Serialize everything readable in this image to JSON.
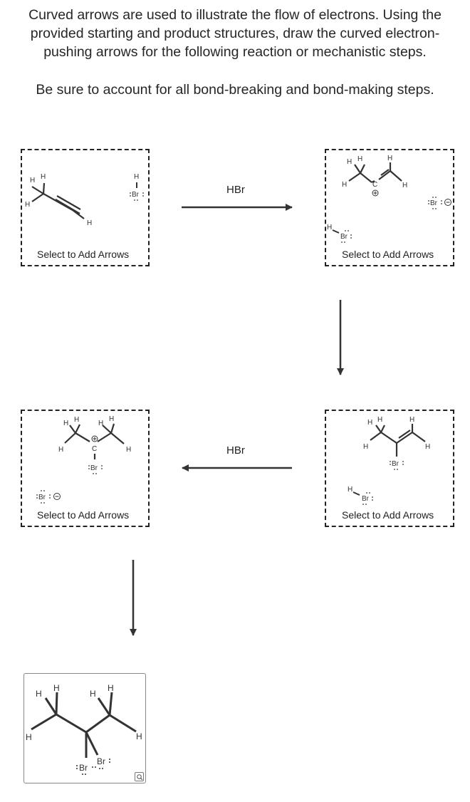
{
  "instructions": {
    "line1": "Curved arrows are used to illustrate the flow of electrons. Using the",
    "line2": "provided starting and product structures, draw the curved electron-",
    "line3": "pushing arrows for the following reaction or mechanistic steps.",
    "line4": "Be sure to account for all bond-breaking and bond-making steps."
  },
  "panels": {
    "step1": {
      "action_label": "Select to Add Arrows"
    },
    "step2": {
      "action_label": "Select to Add Arrows"
    },
    "step3": {
      "action_label": "Select to Add Arrows"
    },
    "step4": {
      "action_label": "Select to Add Arrows"
    }
  },
  "reagents": {
    "top": "HBr",
    "middle": "HBr"
  },
  "atoms": {
    "H": "H",
    "C": "C",
    "Br": "Br"
  },
  "icons": {
    "zoom": "zoom-icon",
    "plus_charge": "plus-charge-icon",
    "minus_charge": "minus-charge-icon"
  }
}
